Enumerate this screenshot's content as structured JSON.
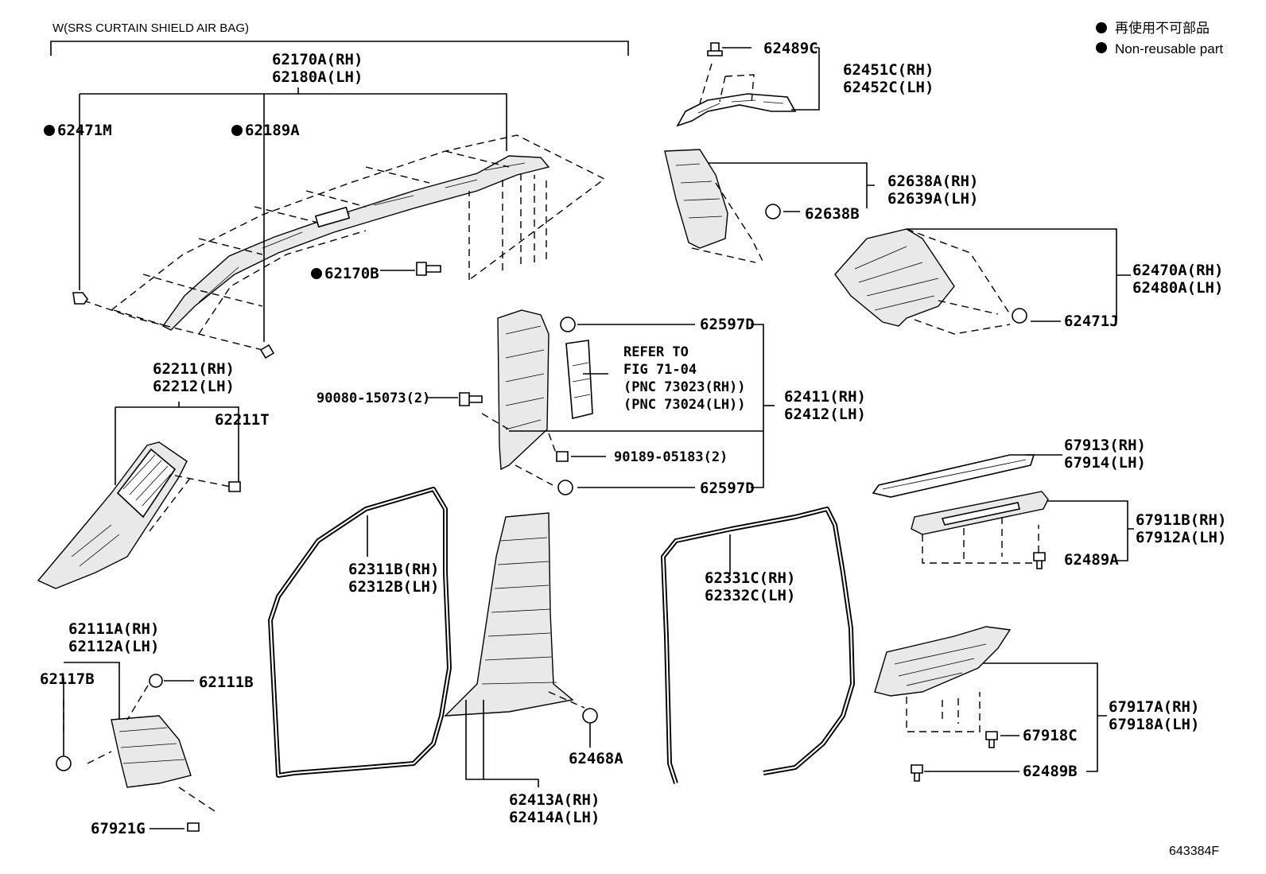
{
  "header": {
    "variant_label": "W(SRS CURTAIN SHIELD AIR BAG)"
  },
  "legend": {
    "items": [
      {
        "text_ja": "再使用不可部品",
        "text_en": "Non-reusable part",
        "symbol": "black-dot"
      }
    ]
  },
  "labels": {
    "l62170A_rh": "62170A(RH)",
    "l62180A_lh": "62180A(LH)",
    "l62471M": "62471M",
    "l62189A": "62189A",
    "l62170B": "62170B",
    "l62489C": "62489C",
    "l62451C_rh": "62451C(RH)",
    "l62452C_lh": "62452C(LH)",
    "l62638A_rh": "62638A(RH)",
    "l62639A_lh": "62639A(LH)",
    "l62638B": "62638B",
    "l62470A_rh": "62470A(RH)",
    "l62480A_lh": "62480A(LH)",
    "l62471J": "62471J",
    "l62597D_top": "62597D",
    "refer_to": "REFER TO",
    "refer_fig": "FIG 71-04",
    "refer_pnc_rh": "(PNC 73023(RH))",
    "refer_pnc_lh": "(PNC 73024(LH))",
    "l62411_rh": "62411(RH)",
    "l62412_lh": "62412(LH)",
    "l90080": "90080-15073(2)",
    "l90189": "90189-05183(2)",
    "l62597D_bot": "62597D",
    "l62211_rh": "62211(RH)",
    "l62212_lh": "62212(LH)",
    "l62211T": "62211T",
    "l62311B_rh": "62311B(RH)",
    "l62312B_lh": "62312B(LH)",
    "l62331C_rh": "62331C(RH)",
    "l62332C_lh": "62332C(LH)",
    "l67913_rh": "67913(RH)",
    "l67914_lh": "67914(LH)",
    "l67911B_rh": "67911B(RH)",
    "l67912A_lh": "67912A(LH)",
    "l62489A": "62489A",
    "l62111A_rh": "62111A(RH)",
    "l62112A_lh": "62112A(LH)",
    "l62117B": "62117B",
    "l62111B": "62111B",
    "l67921G": "67921G",
    "l62413A_rh": "62413A(RH)",
    "l62414A_lh": "62414A(LH)",
    "l62468A": "62468A",
    "l67917A_rh": "67917A(RH)",
    "l67918A_lh": "67918A(LH)",
    "l67918C": "67918C",
    "l62489B": "62489B"
  },
  "non_reusable_parts": [
    "62471M",
    "62189A",
    "62170B"
  ],
  "figure_code": "643384F",
  "colors": {
    "ink": "#000000",
    "paper": "#ffffff"
  }
}
